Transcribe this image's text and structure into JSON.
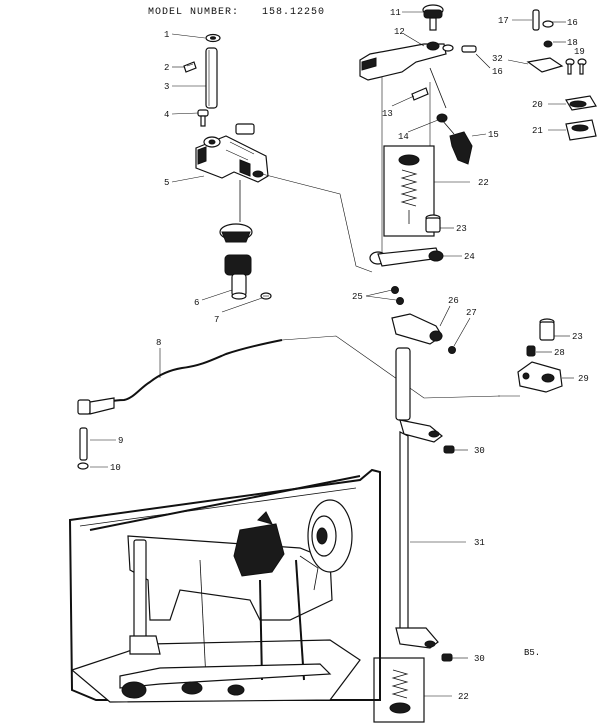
{
  "header": {
    "model_label": "MODEL NUMBER:",
    "model_number": "158.12250"
  },
  "footer_code": "B5.",
  "callouts": [
    {
      "key": "c1",
      "text": "1"
    },
    {
      "key": "c2",
      "text": "2"
    },
    {
      "key": "c3",
      "text": "3"
    },
    {
      "key": "c4",
      "text": "4"
    },
    {
      "key": "c5",
      "text": "5"
    },
    {
      "key": "c6",
      "text": "6"
    },
    {
      "key": "c7",
      "text": "7"
    },
    {
      "key": "c8",
      "text": "8"
    },
    {
      "key": "c9",
      "text": "9"
    },
    {
      "key": "c10",
      "text": "10"
    },
    {
      "key": "c11",
      "text": "11"
    },
    {
      "key": "c12",
      "text": "12"
    },
    {
      "key": "c13",
      "text": "13"
    },
    {
      "key": "c14",
      "text": "14"
    },
    {
      "key": "c15",
      "text": "15"
    },
    {
      "key": "c16a",
      "text": "16"
    },
    {
      "key": "c16b",
      "text": "16"
    },
    {
      "key": "c17",
      "text": "17"
    },
    {
      "key": "c18",
      "text": "18"
    },
    {
      "key": "c19",
      "text": "19"
    },
    {
      "key": "c20",
      "text": "20"
    },
    {
      "key": "c21",
      "text": "21"
    },
    {
      "key": "c22a",
      "text": "22"
    },
    {
      "key": "c22b",
      "text": "22"
    },
    {
      "key": "c23a",
      "text": "23"
    },
    {
      "key": "c23b",
      "text": "23"
    },
    {
      "key": "c24",
      "text": "24"
    },
    {
      "key": "c25",
      "text": "25"
    },
    {
      "key": "c26",
      "text": "26"
    },
    {
      "key": "c27",
      "text": "27"
    },
    {
      "key": "c28",
      "text": "28"
    },
    {
      "key": "c29",
      "text": "29"
    },
    {
      "key": "c30a",
      "text": "30"
    },
    {
      "key": "c30b",
      "text": "30"
    },
    {
      "key": "c31",
      "text": "31"
    },
    {
      "key": "c32",
      "text": "32"
    }
  ]
}
